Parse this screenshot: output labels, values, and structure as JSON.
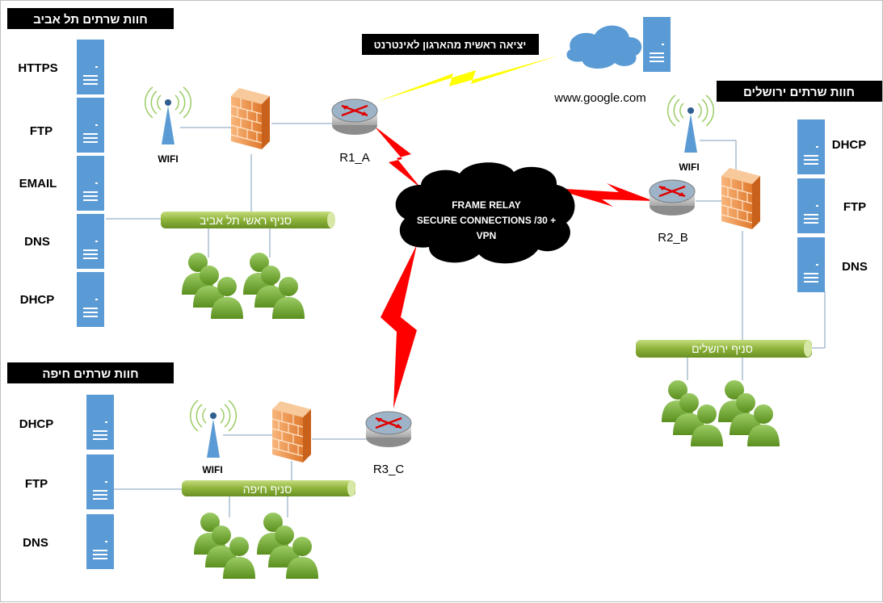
{
  "titles": {
    "tel_aviv_farm": "חוות שרתים תל אביב",
    "jerusalem_farm": "חוות שרתים ירושלים",
    "haifa_farm": "חוות שרתים חיפה",
    "internet_exit": "יציאה ראשית מהארגון לאינטרנט"
  },
  "tel_aviv": {
    "servers": [
      "HTTPS",
      "FTP",
      "EMAIL",
      "DNS",
      "DHCP"
    ],
    "wifi": "WIFI",
    "branch": "סניף ראשי תל אביב",
    "router": "R1_A"
  },
  "jerusalem": {
    "servers": [
      "DHCP",
      "FTP",
      "DNS"
    ],
    "wifi": "WIFI",
    "branch": "סניף ירושלים",
    "router": "R2_B"
  },
  "haifa": {
    "servers": [
      "DHCP",
      "FTP",
      "DNS"
    ],
    "wifi": "WIFI",
    "branch": "סניף חיפה",
    "router": "R3_C"
  },
  "cloud": {
    "line1": "FRAME RELAY",
    "line2": "SECURE CONNECTIONS /30 +",
    "line3": "VPN"
  },
  "internet": {
    "label": "www.google.com"
  },
  "colors": {
    "server_blue": "#5b9bd5",
    "pipe_green": "#8db33a",
    "link_red": "#ff0000",
    "link_yellow": "#ffff00",
    "firewall_orange": "#f5a15a",
    "person_green": "#7cb342",
    "cloud_blue": "#5b9bd5"
  }
}
